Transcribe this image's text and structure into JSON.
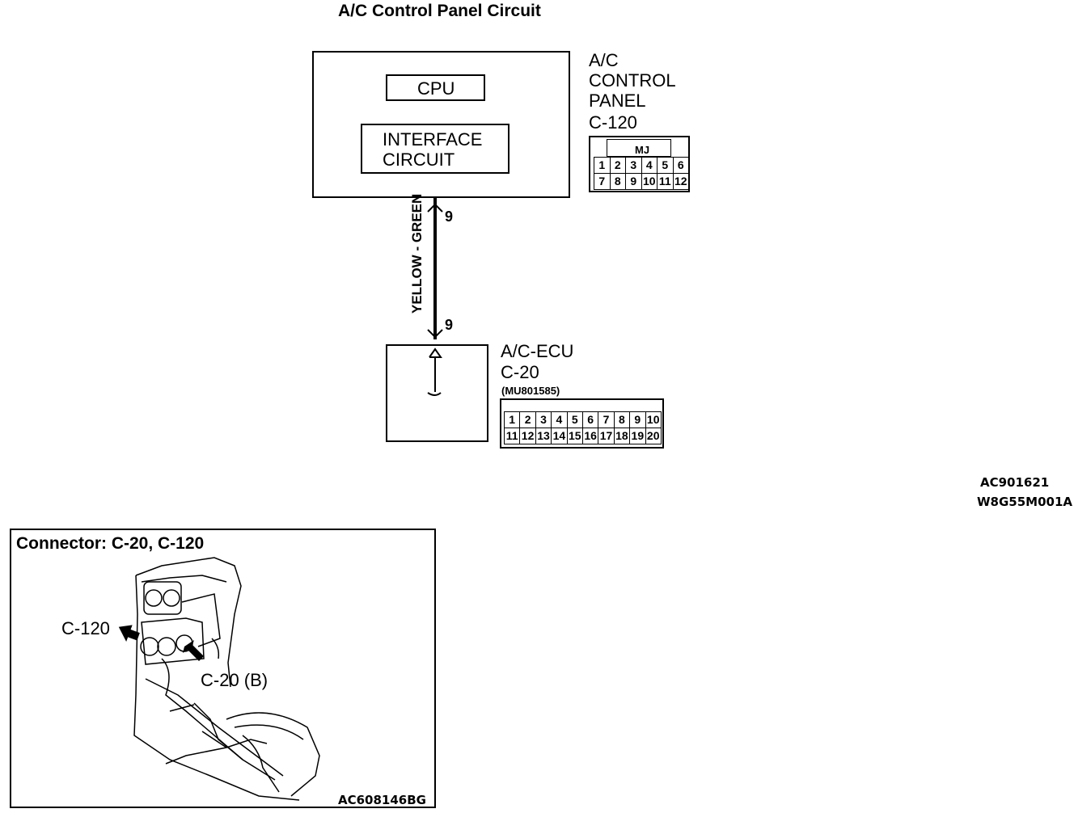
{
  "title": "A/C Control Panel Circuit",
  "control_panel": {
    "cpu_label": "CPU",
    "interface_line1": "INTERFACE",
    "interface_line2": "CIRCUIT",
    "name_line1": "A/C",
    "name_line2": "CONTROL",
    "name_line3": "PANEL",
    "connector_id": "C-120",
    "connector_tag": "MJ",
    "pins_row1": [
      "1",
      "2",
      "3",
      "4",
      "5",
      "6"
    ],
    "pins_row2": [
      "7",
      "8",
      "9",
      "10",
      "11",
      "12"
    ]
  },
  "wire": {
    "color_label": "YELLOW - GREEN",
    "pin_top": "9",
    "pin_bottom": "9"
  },
  "ecu": {
    "name": "A/C-ECU",
    "connector_id": "C-20",
    "part_number": "(MU801585)",
    "pins_row1": [
      "1",
      "2",
      "3",
      "4",
      "5",
      "6",
      "7",
      "8",
      "9",
      "10"
    ],
    "pins_row2": [
      "11",
      "12",
      "13",
      "14",
      "15",
      "16",
      "17",
      "18",
      "19",
      "20"
    ]
  },
  "codes": {
    "line1": "AC901621",
    "line2": "W8G55M001A"
  },
  "locator": {
    "header": "Connector: C-20, C-120",
    "label_c120": "C-120",
    "label_c20": "C-20 (B)",
    "figure_code": "AC608146BG"
  }
}
